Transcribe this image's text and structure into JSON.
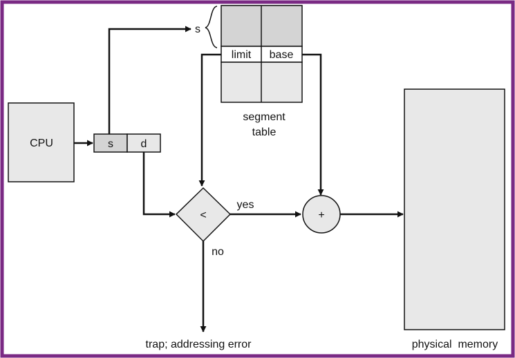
{
  "diagram": {
    "cpu_label": "CPU",
    "address": {
      "s": "s",
      "d": "d"
    },
    "segment_selector_label": "s",
    "segment_table": {
      "caption_line1": "segment",
      "caption_line2": "table",
      "limit_label": "limit",
      "base_label": "base"
    },
    "compare_symbol": "<",
    "adder_symbol": "+",
    "yes_label": "yes",
    "no_label": "no",
    "trap_label": "trap; addressing error",
    "memory_label": "physical  memory"
  },
  "colors": {
    "border": "#7a2a84",
    "box_fill": "#e8e8e8",
    "table_top_fill": "#d4d4d4",
    "addr_s_fill": "#d4d4d4",
    "stroke": "#111111"
  }
}
